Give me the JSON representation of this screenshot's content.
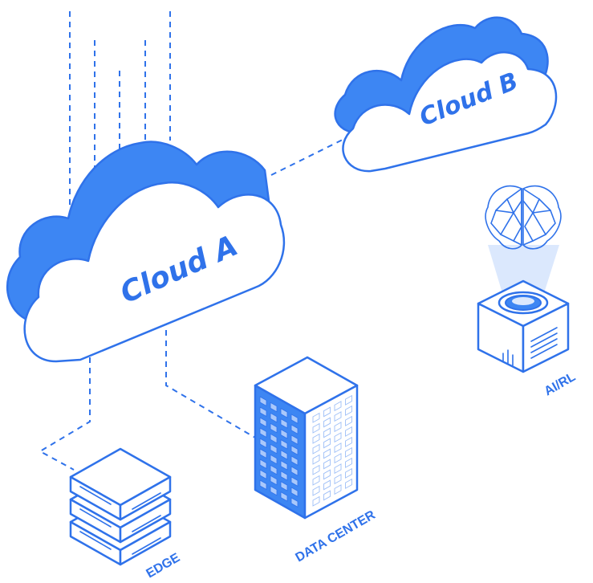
{
  "clouds": {
    "a": "Cloud A",
    "b": "Cloud B"
  },
  "nodes": {
    "edge": "EDGE",
    "data_center": "DATA CENTER",
    "ai_rl": "AI/RL"
  },
  "icons": [
    "cloud-icon",
    "server-stack-icon",
    "building-icon",
    "brain-icon",
    "ai-box-icon"
  ],
  "colors": {
    "primary": "#2f72ea",
    "fill": "#3d86f3",
    "light": "#dbe8fd"
  }
}
